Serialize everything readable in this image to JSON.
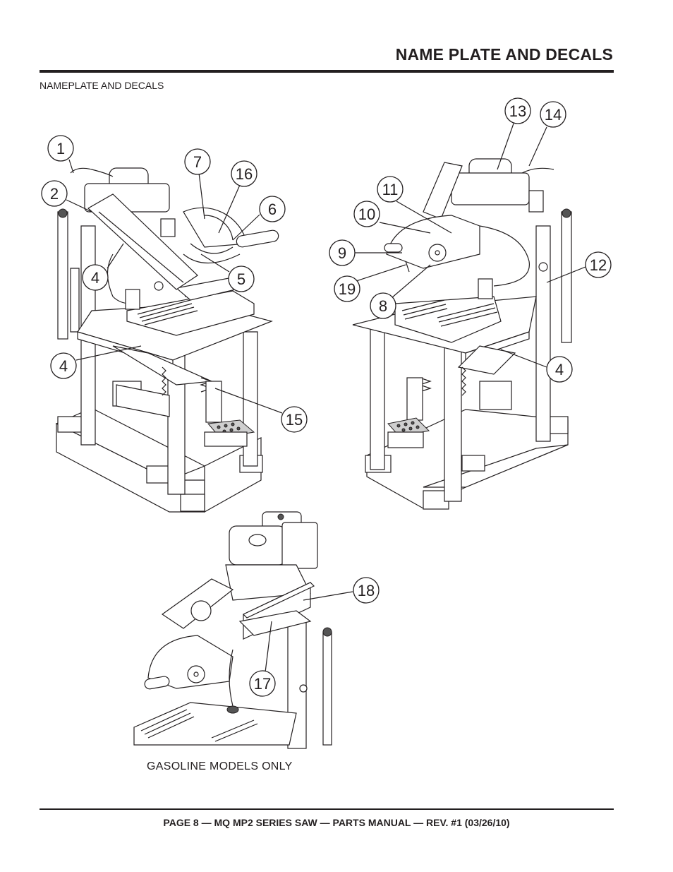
{
  "header": {
    "title": "NAME PLATE AND DECALS",
    "subtitle": "NAMEPLATE AND DECALS"
  },
  "figure": {
    "callouts": [
      "1",
      "2",
      "4",
      "4",
      "7",
      "16",
      "6",
      "5",
      "4",
      "15",
      "13",
      "14",
      "11",
      "10",
      "9",
      "19",
      "8",
      "12",
      "4",
      "18",
      "17"
    ],
    "caption": "GASOLINE MODELS ONLY"
  },
  "footer": {
    "text": "PAGE 8 — MQ MP2 SERIES SAW — PARTS MANUAL — REV. #1  (03/26/10)"
  }
}
